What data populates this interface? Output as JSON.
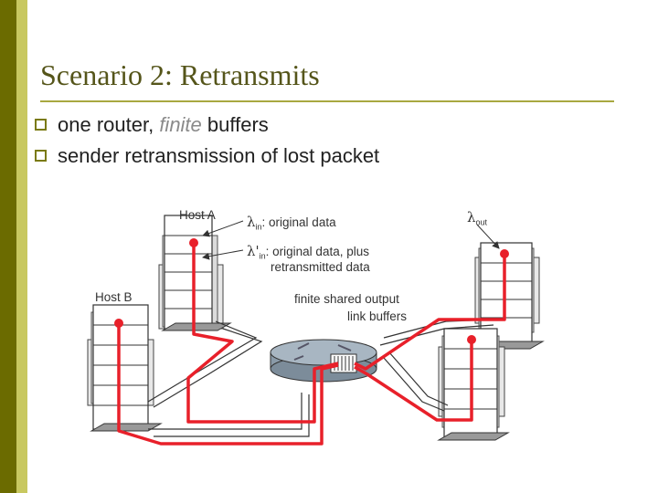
{
  "title": "Scenario 2: Retransmits",
  "bullets": [
    {
      "text": "one router, ",
      "emphasis": "finite",
      "rest": " buffers"
    },
    {
      "text": "sender retransmission of lost packet"
    }
  ],
  "labels": {
    "host_a": "Host A",
    "host_b": "Host B",
    "lambda_symbol": "λ",
    "lambda_in_sub": "in",
    "lambda_in_text": ": original data",
    "lambda_prime": "λ'",
    "lambda_prime_sub": "in",
    "lambda_prime_text_1": ": original data, plus",
    "lambda_prime_text_2": "retransmitted data",
    "buffers_line1": "finite shared output",
    "buffers_line2": "link buffers",
    "lambda_out_sub": "out"
  },
  "colors": {
    "band_dark": "#6b6b00",
    "band_light": "#c8c860",
    "title": "#55551a",
    "flow": "#e8202a",
    "link": "#333333"
  }
}
